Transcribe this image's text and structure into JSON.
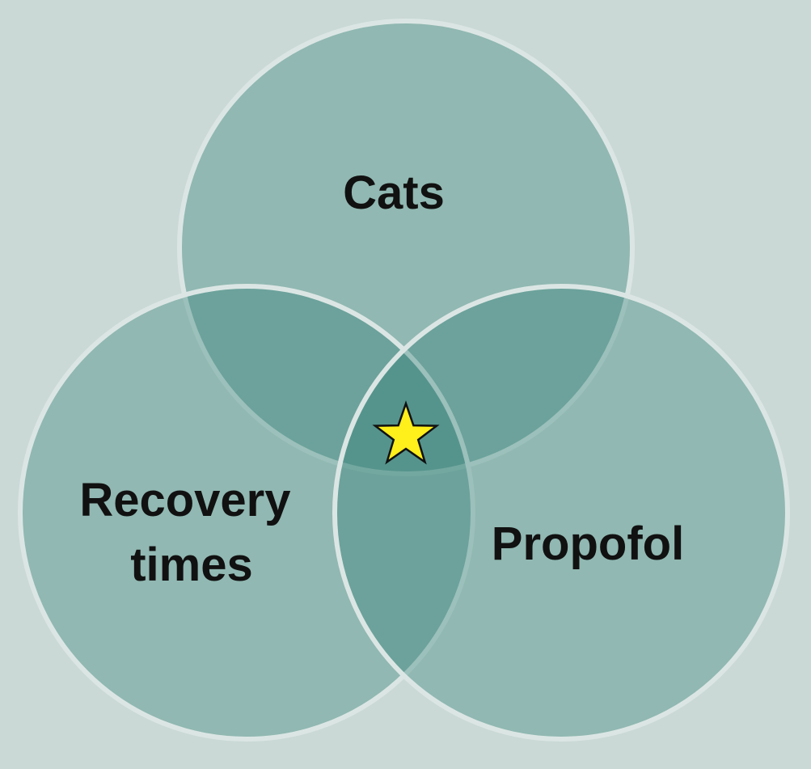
{
  "background_color": "#cad9d6",
  "sets": {
    "top": {
      "label": "Cats"
    },
    "left": {
      "label_lines": [
        "Recovery",
        "times"
      ]
    },
    "right": {
      "label": "Propofol"
    }
  },
  "colors": {
    "circle_fill": "#2d7e72",
    "circle_stroke": "#dbe6e4",
    "star_fill": "#ffef1a",
    "star_stroke": "#111111",
    "text": "#111111"
  },
  "intersection_marker": "star-icon"
}
